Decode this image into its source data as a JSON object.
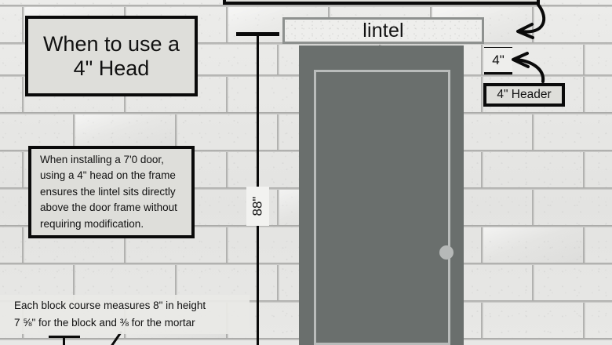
{
  "title_callout": {
    "line1": "When to use a",
    "line2": "4\" Head"
  },
  "body_callout": {
    "text": "When installing a 7'0 door, using a 4\" head on the frame ensures the lintel sits directly above the door frame without requiring modification."
  },
  "lintel_label": "lintel",
  "header_callout": "4\" Header",
  "dimensions": {
    "door_height": "88\"",
    "head_height": "4\""
  },
  "bottom_note": {
    "line1": "Each block course  measures 8\" in height",
    "line2": "7 ⅝\" for the block and ⅜ for the mortar"
  },
  "colors": {
    "door": "#6a6f6d",
    "door_inset_line": "#b9bcbb",
    "knob": "#b6b9b8",
    "block": "#e6e6e4",
    "mortar": "#a8a8a6",
    "callout_fill": "#dededa",
    "callout_border": "#0a0a0a",
    "lintel_border": "#8e918f"
  },
  "icons": {
    "arrow_to_lintel": "curved-arrow-icon",
    "arrow_to_header": "curved-arrow-icon",
    "leader_to_block": "leader-line-icon"
  }
}
